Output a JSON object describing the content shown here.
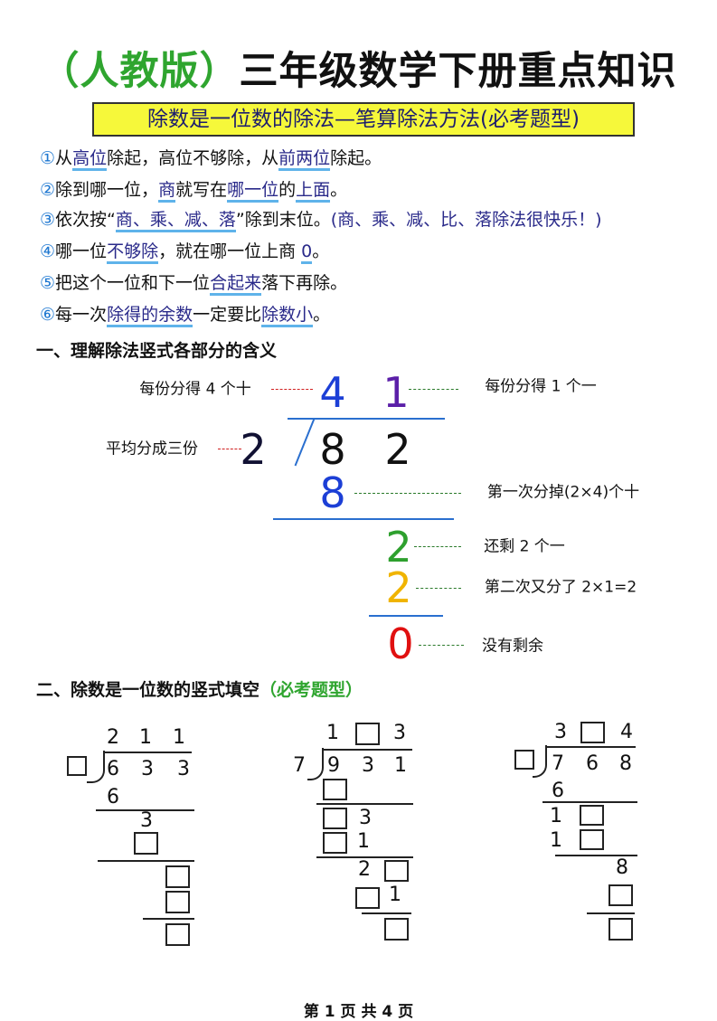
{
  "title": {
    "edition": "（人教版）",
    "main": "三年级数学下册重点知识"
  },
  "subtitle": "除数是一位数的除法—笔算除法方法(必考题型)",
  "rules": [
    {
      "num": "①",
      "segments": [
        {
          "t": "从"
        },
        {
          "t": "高位",
          "u": true
        },
        {
          "t": "除起，高位不够除，从"
        },
        {
          "t": "前两位",
          "u": true
        },
        {
          "t": "除起。"
        }
      ]
    },
    {
      "num": "②",
      "segments": [
        {
          "t": "除到哪一位，"
        },
        {
          "t": "商",
          "u": true
        },
        {
          "t": "就写在"
        },
        {
          "t": "哪一位",
          "u": true
        },
        {
          "t": "的"
        },
        {
          "t": "上面",
          "u": true
        },
        {
          "t": "。"
        }
      ]
    },
    {
      "num": "③",
      "segments": [
        {
          "t": "依次按“"
        },
        {
          "t": "商、乘、减、落",
          "u": true
        },
        {
          "t": "”除到末位。"
        },
        {
          "t": "(商、乘、减、比、落除法很快乐！)",
          "p": true
        }
      ]
    },
    {
      "num": "④",
      "segments": [
        {
          "t": "哪一位"
        },
        {
          "t": "不够除",
          "u": true
        },
        {
          "t": "，就在哪一位上商 "
        },
        {
          "t": "0",
          "u": true
        },
        {
          "t": "。"
        }
      ]
    },
    {
      "num": "⑤",
      "segments": [
        {
          "t": "把这个一位和下一位"
        },
        {
          "t": "合起来",
          "u": true
        },
        {
          "t": "落下再除。"
        }
      ]
    },
    {
      "num": "⑥",
      "segments": [
        {
          "t": "每一次"
        },
        {
          "t": "除得的余数",
          "u": true
        },
        {
          "t": "一定要比"
        },
        {
          "t": "除数小",
          "u": true
        },
        {
          "t": "。"
        }
      ]
    }
  ],
  "section1": {
    "heading": "一、理解除法竖式各部分的含义",
    "quotient": [
      "4",
      "1"
    ],
    "divisor": "2",
    "dividend": [
      "8",
      "2"
    ],
    "first_product": "8",
    "remainder1": "2",
    "second_product": "2",
    "final_remainder": "0",
    "labels": {
      "tens_each": "每份分得 4 个十",
      "ones_each": "每份分得 1 个一",
      "divide_into": "平均分成三份",
      "first_split": "第一次分掉(2×4)个十",
      "left_over": "还剩 2 个一",
      "second_split": "第二次又分了 2×1=2",
      "no_remainder": "没有剩余"
    },
    "colors": {
      "tens": "#1c3fd6",
      "ones": "#5b1fa8",
      "divisor": "#111133",
      "product": "#1c3fd6",
      "remainder": "#2ea02e",
      "second": "#f0b400",
      "zero": "#e01010"
    }
  },
  "section2": {
    "heading": "二、除数是一位数的竖式填空",
    "tag": "（必考题型）",
    "puzzles": [
      {
        "quotient": [
          "2",
          "1",
          "1"
        ],
        "dividend": [
          "6",
          "3",
          "3"
        ],
        "steps": [
          "6",
          "3"
        ]
      },
      {
        "quotient": [
          "1",
          "",
          "3"
        ],
        "divisor": "7",
        "dividend": [
          "9",
          "3",
          "1"
        ],
        "steps": [
          "3",
          "1",
          "2",
          "1"
        ]
      },
      {
        "quotient": [
          "3",
          "",
          "4"
        ],
        "dividend": [
          "7",
          "6",
          "8"
        ],
        "steps": [
          "6",
          "1",
          "1",
          "8"
        ]
      }
    ]
  },
  "footer": "第 1 页 共 4 页"
}
